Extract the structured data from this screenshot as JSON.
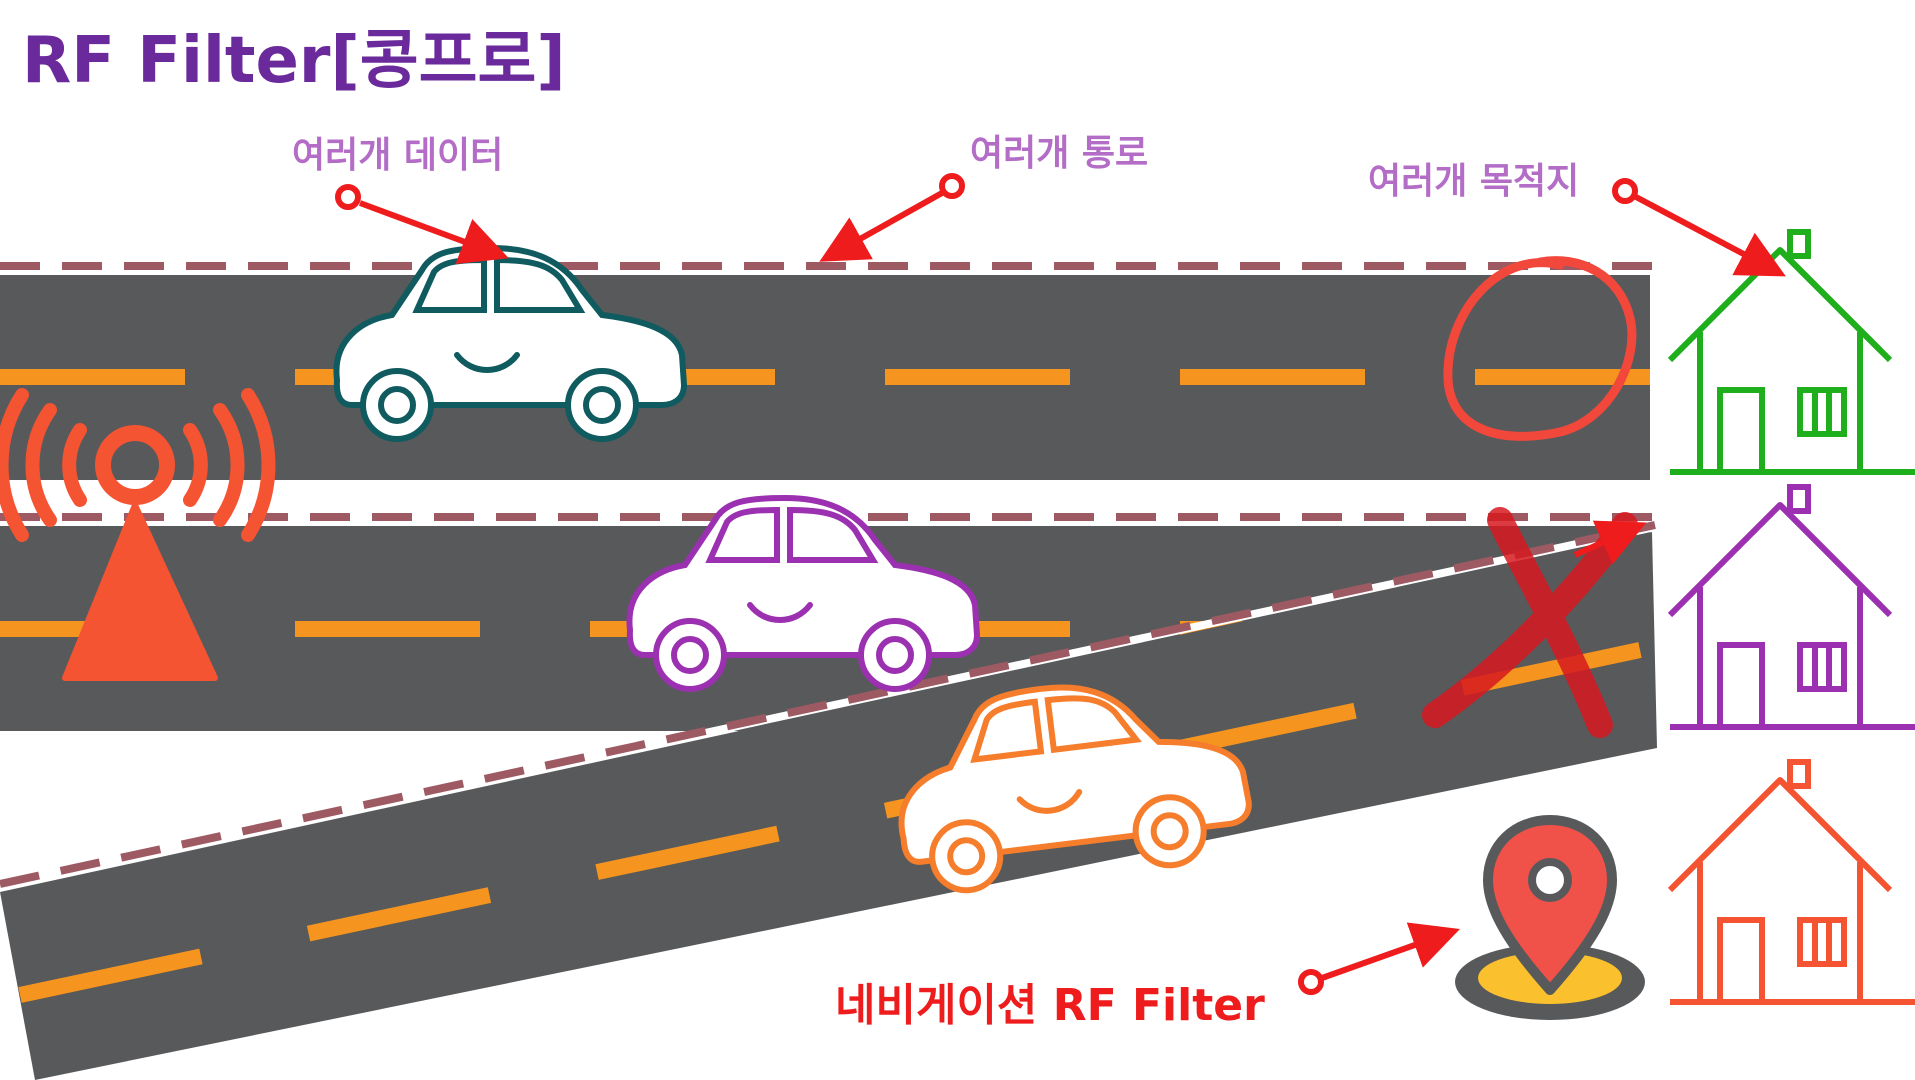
{
  "title": "RF Filter[콩프로]",
  "labels": {
    "multi_data": "여러개 데이터",
    "multi_route": "여러개 통로",
    "multi_destination": "여러개 목적지",
    "navigation": "네비게이션 RF Filter"
  },
  "colors": {
    "title": "#6a2a9b",
    "label": "#b46dc6",
    "nav_label": "#ee1c1c",
    "arrow": "#ee1c1c",
    "road": "#58595b",
    "lane_dash": "#f5941e",
    "edge_dash": "#9d5a63",
    "tower": "#f55432",
    "car_top": "#0f5b5f",
    "car_middle": "#9b30b0",
    "car_bottom": "#f57d2c",
    "house_top": "#1fae1c",
    "house_middle": "#9b30b0",
    "house_bottom": "#f55432",
    "circle_mark": "#f2473b",
    "x_mark": "#d71920",
    "pin": "#f0524a",
    "pin_base": "#fbc02d"
  },
  "icons": [
    "rf-tower-icon",
    "car-icon",
    "house-icon",
    "map-pin-icon",
    "circle-check-mark",
    "x-mark"
  ]
}
